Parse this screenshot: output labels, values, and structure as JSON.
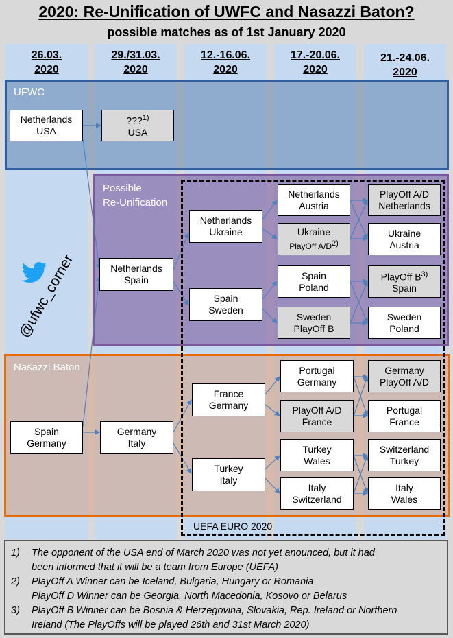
{
  "header": {
    "title": "2020: Re-Unification of UWFC and Nasazzi Baton?",
    "subtitle": "possible matches as of 1st January 2020"
  },
  "columns": [
    {
      "line1": "26.03.",
      "line2": "2020"
    },
    {
      "line1": "29./31.03.",
      "line2": "2020"
    },
    {
      "line1": "12.-16.06.",
      "line2": "2020"
    },
    {
      "line1": "17.-20.06.",
      "line2": "2020"
    },
    {
      "line1": "21.-24.06.",
      "line2": "2020"
    }
  ],
  "regions": {
    "ufwc": "UFWC",
    "reunification_1": "Possible",
    "reunification_2": "Re-Unification",
    "nasazzi": "Nasazzi Baton",
    "euro": "UEFA EURO 2020"
  },
  "social": {
    "handle": "@ufwc_corner",
    "icon": "twitter-bird-icon"
  },
  "matches": {
    "m1": {
      "a": "Netherlands",
      "b": "USA"
    },
    "m2": {
      "a": "???",
      "a_note": "1)",
      "b": "USA"
    },
    "m3": {
      "a": "Netherlands",
      "b": "Spain"
    },
    "m4": {
      "a": "Netherlands",
      "b": "Ukraine"
    },
    "m5": {
      "a": "Spain",
      "b": "Sweden"
    },
    "m6": {
      "a": "Netherlands",
      "b": "Austria"
    },
    "m7": {
      "a": "Ukraine",
      "b": "PlayOff A/D",
      "b_note": "2)"
    },
    "m8": {
      "a": "Spain",
      "b": "Poland"
    },
    "m9": {
      "a": "Sweden",
      "b": "PlayOff B"
    },
    "m10": {
      "a": "PlayOff A/D",
      "b": "Netherlands"
    },
    "m11": {
      "a": "Ukraine",
      "b": "Austria"
    },
    "m12": {
      "a": "PlayOff B",
      "a_note": "3)",
      "b": "Spain"
    },
    "m13": {
      "a": "Sweden",
      "b": "Poland"
    },
    "m14": {
      "a": "Spain",
      "b": "Germany"
    },
    "m15": {
      "a": "Germany",
      "b": "Italy"
    },
    "m16": {
      "a": "France",
      "b": "Germany"
    },
    "m17": {
      "a": "Turkey",
      "b": "Italy"
    },
    "m18": {
      "a": "Portugal",
      "b": "Germany"
    },
    "m19": {
      "a": "PlayOff A/D",
      "b": "France"
    },
    "m20": {
      "a": "Turkey",
      "b": "Wales"
    },
    "m21": {
      "a": "Italy",
      "b": "Switzerland"
    },
    "m22": {
      "a": "Germany",
      "b": "PlayOff A/D"
    },
    "m23": {
      "a": "Portugal",
      "b": "France"
    },
    "m24": {
      "a": "Switzerland",
      "b": "Turkey"
    },
    "m25": {
      "a": "Italy",
      "b": "Wales"
    }
  },
  "notes": [
    {
      "num": "1)",
      "lines": [
        "The opponent of the USA end of March 2020 was not yet anounced, but it had",
        "been informed that it will be a team from Europe (UEFA)"
      ]
    },
    {
      "num": "2)",
      "lines": [
        "PlayOff A Winner can be Iceland, Bulgaria, Hungary or Romania",
        "PlayOff D Winner can be Georgia, North Macedonia, Kosovo or Belarus"
      ]
    },
    {
      "num": "3)",
      "lines": [
        "PlayOff B Winner can be Bosnia & Herzegovina, Slovakia, Rep. Ireland or Northern",
        "Ireland (The PlayOffs will be played 26th and 31st March 2020)"
      ]
    }
  ],
  "colors": {
    "ufwc": "#2f5f9e",
    "reunification": "#7a5a9a",
    "nasazzi": "#e46c0a",
    "column": "#c5d9f1",
    "arrow": "#4f81bd",
    "twitter": "#1da1f2"
  }
}
